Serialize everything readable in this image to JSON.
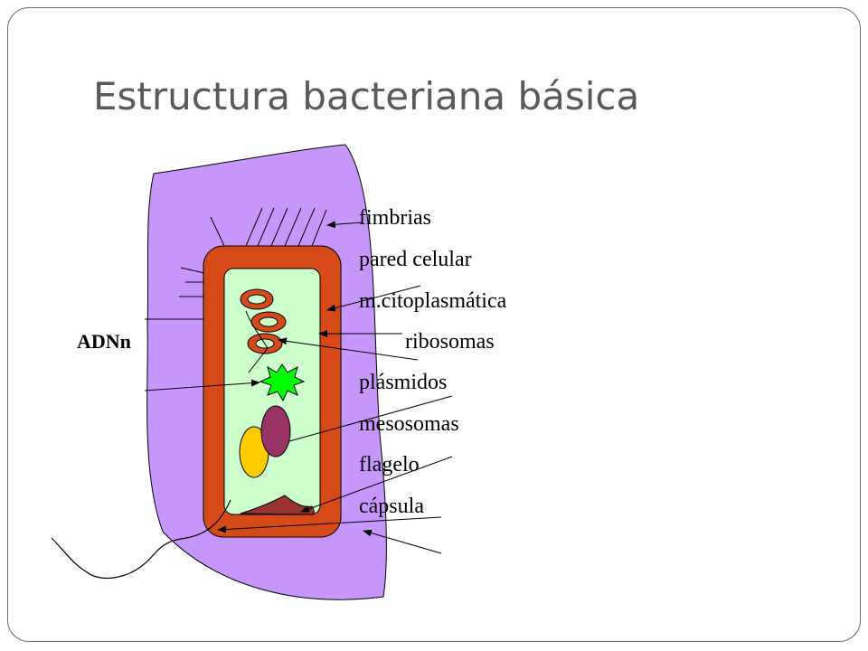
{
  "slide": {
    "title": "Estructura bacteriana básica"
  },
  "diagram": {
    "labels": {
      "fimbrias": "fimbrias",
      "pared_celular": "pared celular",
      "membrana": "m.citoplasmática",
      "ribosomas": "ribosomas",
      "plasmidos": "plásmidos",
      "mesosomas": "mesosomas",
      "flagelo": "flagelo",
      "capsula": "cápsula",
      "adn": "ADNn"
    },
    "colors": {
      "capsule": "#c796fb",
      "cell_wall": "#d64a1a",
      "cytoplasm": "#ccffcc",
      "ribosome": "#d64a1a",
      "plasmid": "#00ff00",
      "mesosome_purple": "#993366",
      "mesosome_yellow": "#ffcc00",
      "dark_deposit": "#993333"
    }
  }
}
